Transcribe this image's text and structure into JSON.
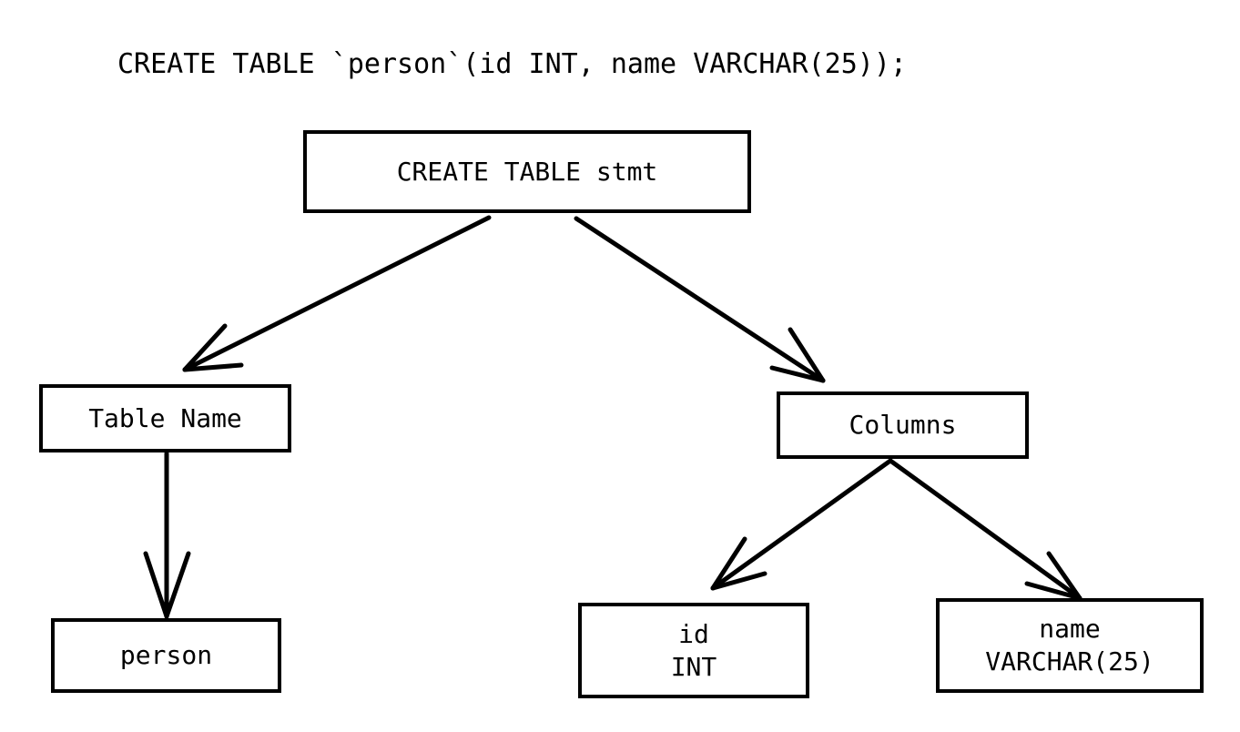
{
  "diagram": {
    "title": "CREATE TABLE `person`(id INT, name VARCHAR(25));",
    "type": "parse-tree",
    "background_color": "#ffffff",
    "stroke_color": "#000000",
    "nodes": {
      "root": {
        "label": "CREATE TABLE stmt"
      },
      "table_name": {
        "label": "Table Name"
      },
      "columns": {
        "label": "Columns"
      },
      "person": {
        "label": "person"
      },
      "col_id": {
        "line1": "id",
        "line2": "INT"
      },
      "col_name": {
        "line1": "name",
        "line2": "VARCHAR(25)"
      }
    },
    "edges": [
      {
        "from": "root",
        "to": "table_name",
        "arrow": "open-v"
      },
      {
        "from": "root",
        "to": "columns",
        "arrow": "open-v"
      },
      {
        "from": "table_name",
        "to": "person",
        "arrow": "open-v"
      },
      {
        "from": "columns",
        "to": "col_id",
        "arrow": "open-v"
      },
      {
        "from": "columns",
        "to": "col_name",
        "arrow": "open-v"
      }
    ]
  }
}
